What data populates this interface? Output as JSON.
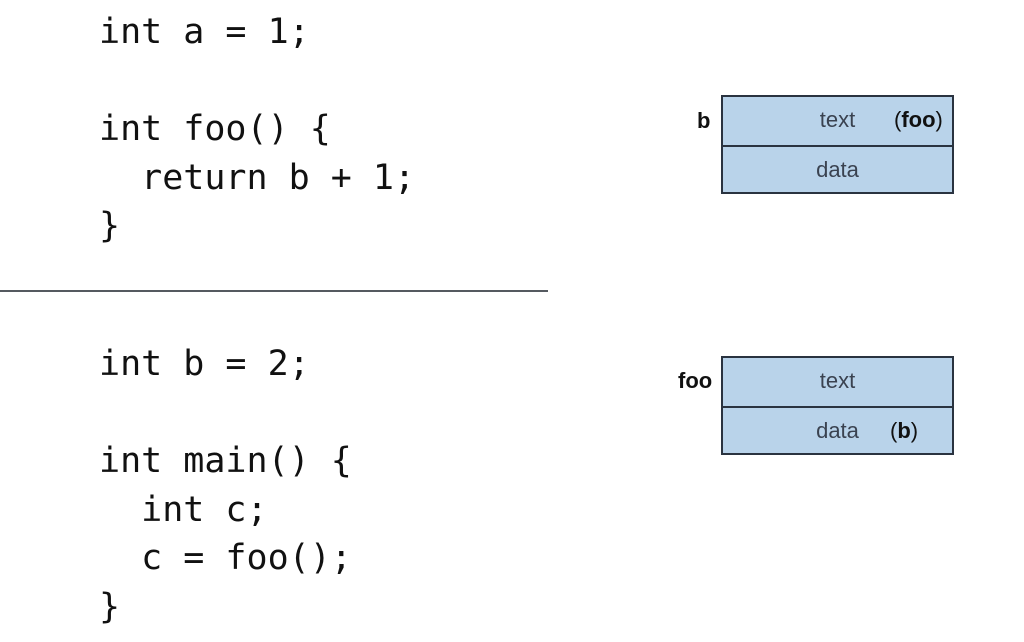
{
  "module1": {
    "code": [
      "int a = 1;",
      "",
      "int foo() {",
      "  return b + 1;",
      "}"
    ],
    "table_label": "b",
    "segments": {
      "text_label": "text",
      "text_symbol": "foo",
      "data_label": "data"
    }
  },
  "module2": {
    "code": [
      "int b = 2;",
      "",
      "int main() {",
      "  int c;",
      "  c = foo();",
      "}"
    ],
    "table_label": "foo",
    "segments": {
      "text_label": "text",
      "data_label": "data",
      "data_symbol": "b"
    }
  },
  "colors": {
    "segment_fill": "#b9d3ea",
    "segment_border": "#2a3340",
    "divider": "#555a60"
  }
}
